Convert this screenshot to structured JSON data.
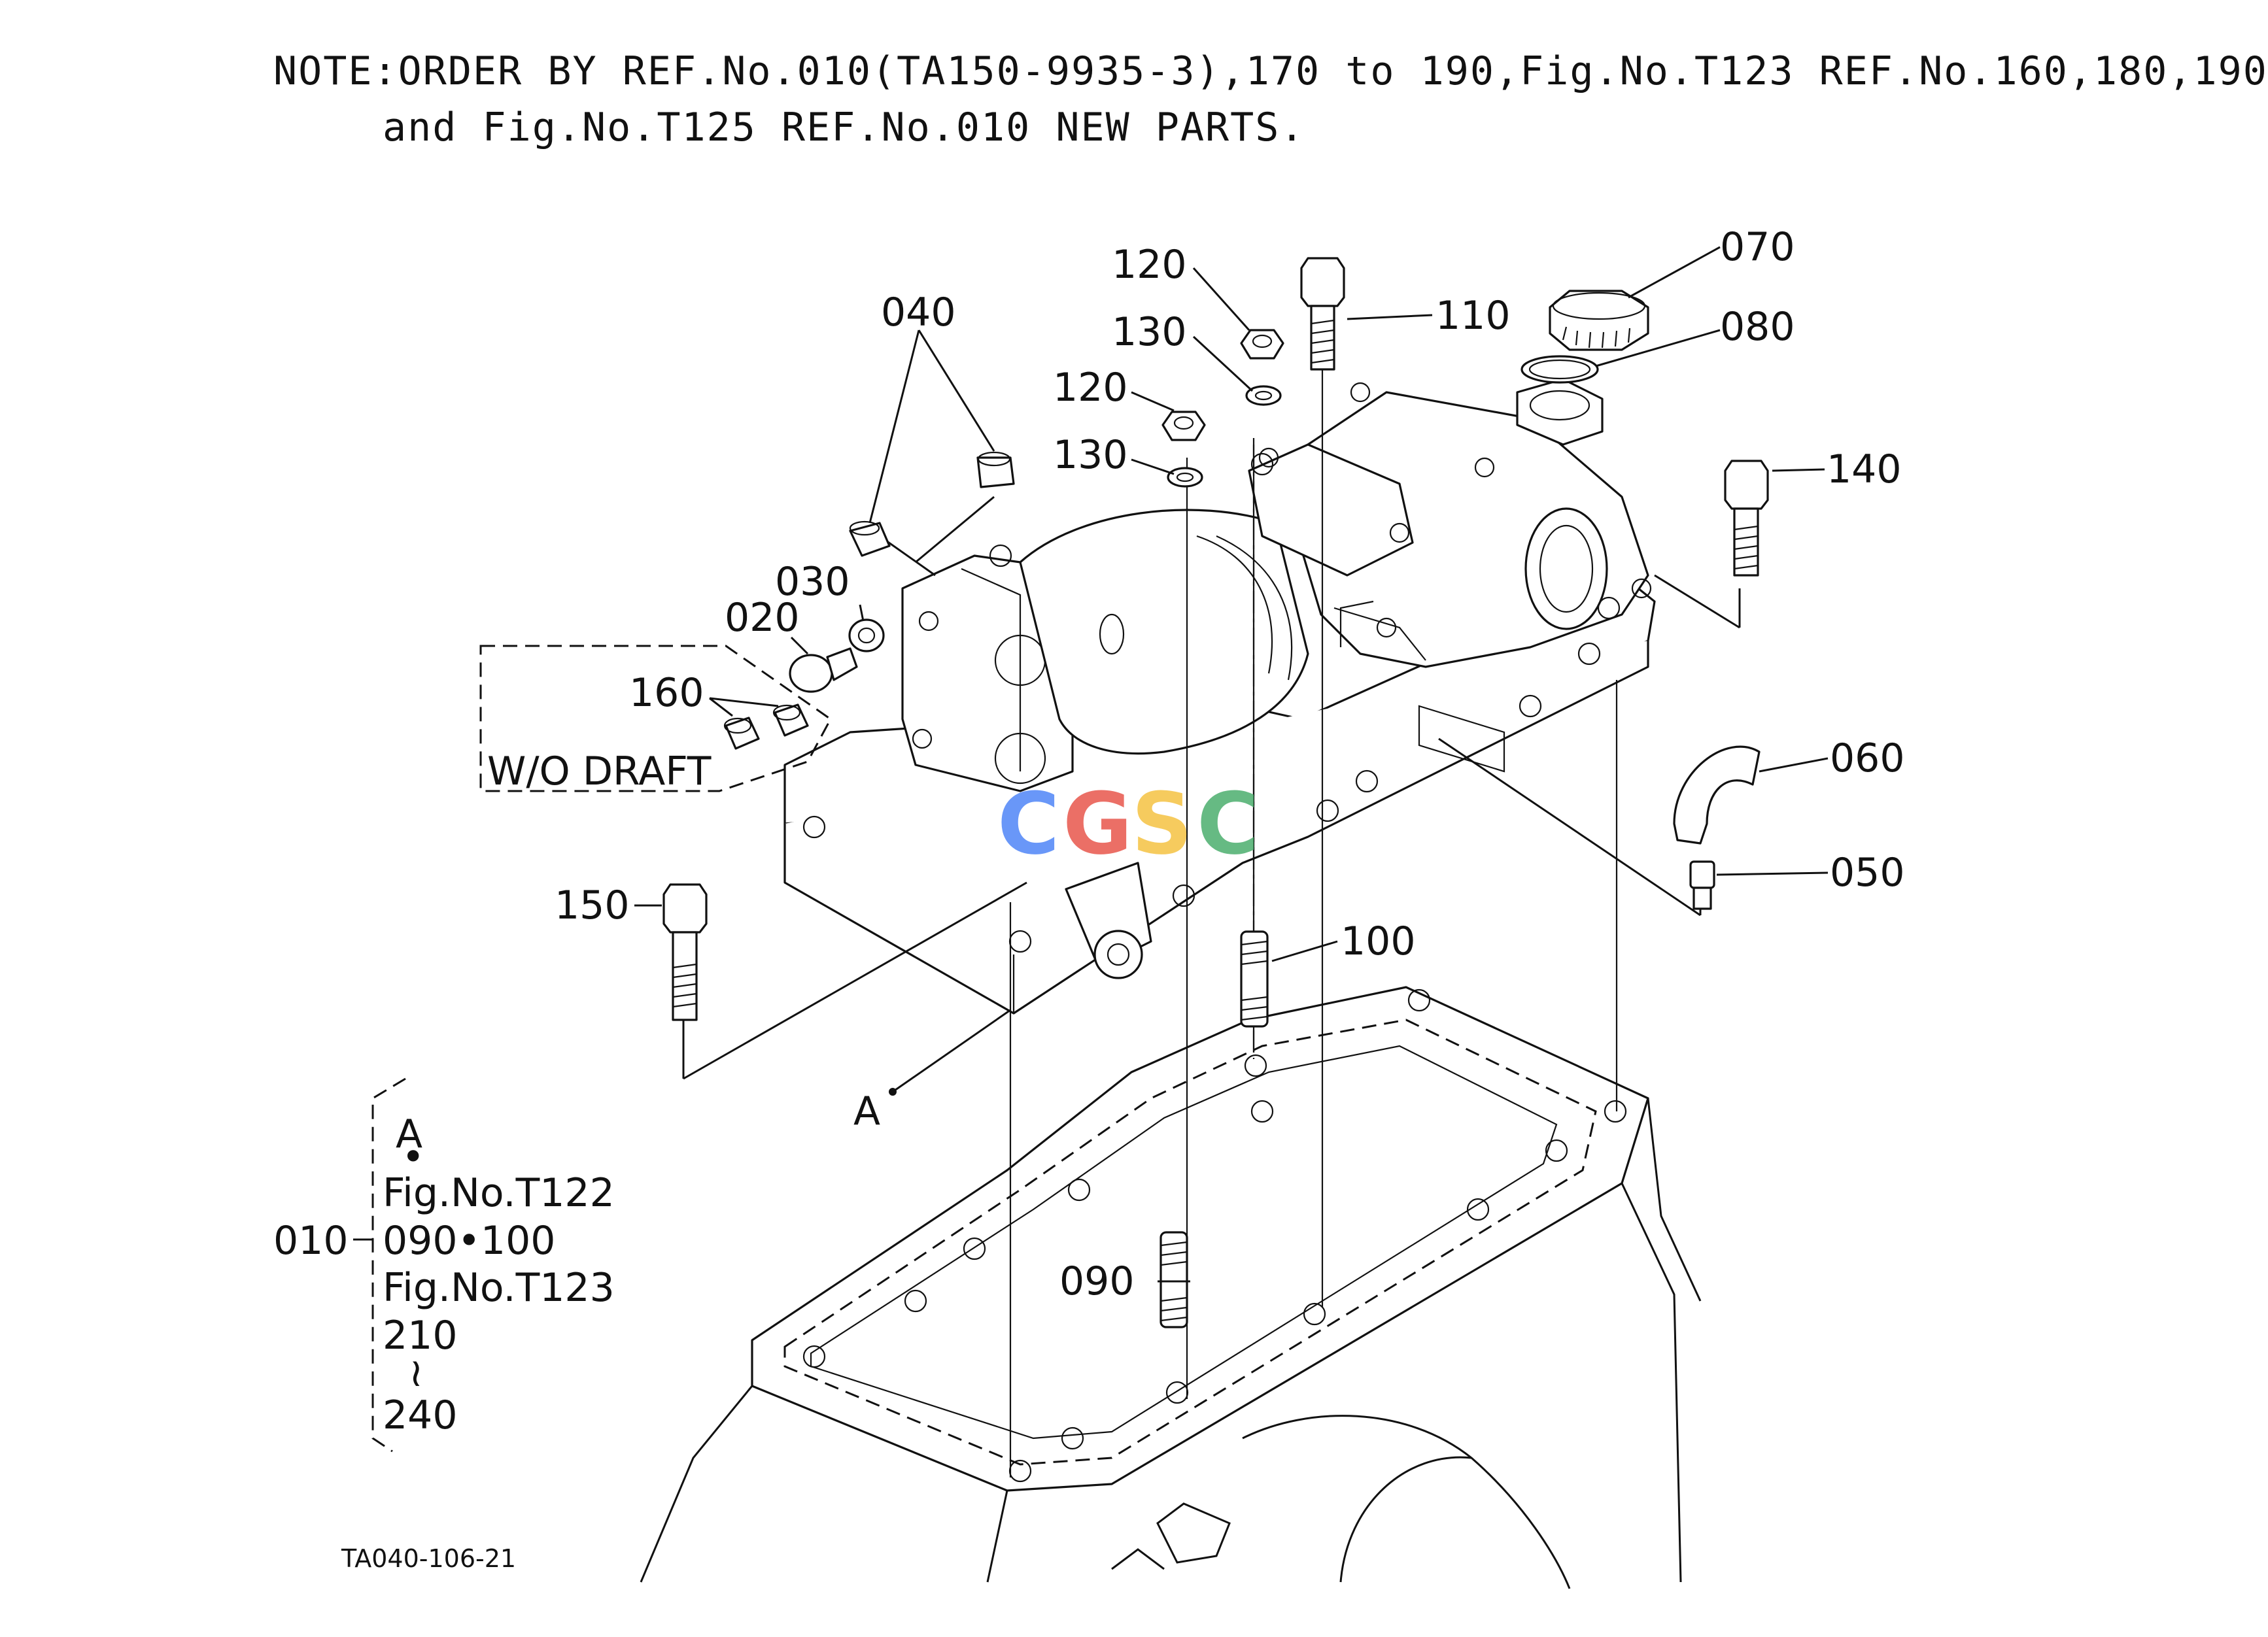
{
  "note": {
    "line1": "NOTE:ORDER BY REF.No.010(TA150-9935-3),170 to 190,Fig.No.T123 REF.No.160,180,190",
    "line2": "and Fig.No.T125 REF.No.010 NEW PARTS."
  },
  "callouts": {
    "c010": "010",
    "c020": "020",
    "c030": "030",
    "c040": "040",
    "c050": "050",
    "c060": "060",
    "c070": "070",
    "c080": "080",
    "c090": "090",
    "c100": "100",
    "c110": "110",
    "c120a": "120",
    "c120b": "120",
    "c130a": "130",
    "c130b": "130",
    "c140": "140",
    "c150": "150",
    "c160": "160",
    "pointA": "A"
  },
  "wo_draft": "W/O DRAFT",
  "bracket": {
    "ref": "A",
    "dot": "•",
    "line1": "Fig.No.T122",
    "line2": "090•100",
    "line3": "Fig.No.T123",
    "line4": "210",
    "tilde": "≀",
    "line5": "240"
  },
  "figure_code": "TA040-106-21",
  "watermark": {
    "letters": [
      "C",
      "G",
      "S",
      "C"
    ],
    "colors": [
      "#4f86f7",
      "#e8574c",
      "#f5c242",
      "#4caf6e"
    ]
  }
}
